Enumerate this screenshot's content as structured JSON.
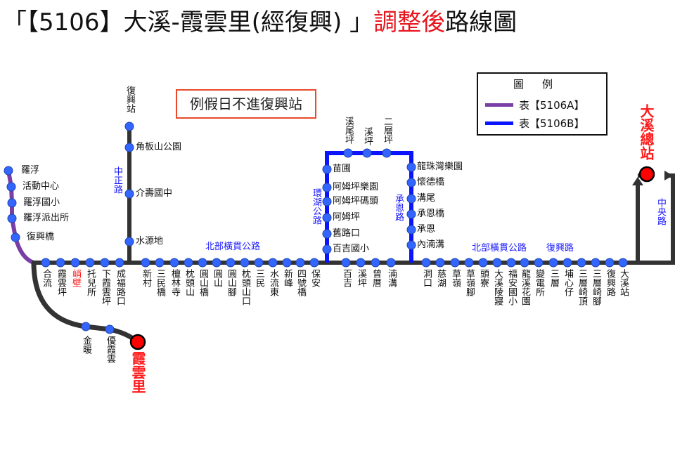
{
  "title": {
    "part1": "「【5106】大溪-霞雲里(經復興) 」",
    "part2": "調整後",
    "part3": "路線圖"
  },
  "notice": "例假日不進復興站",
  "legend": {
    "header": "圖例",
    "items": [
      {
        "label": "表【5106A】",
        "color": "#7a3fa6"
      },
      {
        "label": "表【5106B】",
        "color": "#0a14ff"
      }
    ]
  },
  "colors": {
    "main_line": "#333333",
    "route_a": "#7a3fa6",
    "route_b": "#0a14ff",
    "stop": "#3366ff",
    "terminal": "#ff0000",
    "arrow_stop": "#7ac143"
  },
  "terminals": {
    "xiayunli": "霞雲里",
    "daxi_main": "大溪總站"
  },
  "roads": {
    "zhongzheng": "中正路",
    "north_cross_1": "北部橫貫公路",
    "huanhu": "環湖公路",
    "chengen": "承恩路",
    "north_cross_2": "北部橫貫公路",
    "fuxing": "復興路",
    "zhongyang": "中央路"
  },
  "stops": {
    "luofu": [
      "羅浮",
      "活動中心",
      "羅浮國小",
      "羅浮派出所",
      "復興橋"
    ],
    "main_west": [
      "合流",
      "霞雲坪",
      "峭壁",
      "托兒所",
      "下霞雲坪",
      "成福路口"
    ],
    "zhongzheng": [
      "復興站",
      "角板山公園",
      "介壽國中",
      "水源地"
    ],
    "main_mid": [
      "新村",
      "三民橋",
      "檀林寺",
      "枕頭山",
      "圓山橋",
      "圓山",
      "圓山腳",
      "枕頭山口",
      "三民",
      "水流東",
      "新峰",
      "四號橋",
      "保安",
      "百吉",
      "溪坪",
      "曾厝",
      "湳溝"
    ],
    "loop_left": [
      "苗圃",
      "阿姆坪樂園",
      "阿姆坪碼頭",
      "阿姆坪",
      "舊路口",
      "百吉國小"
    ],
    "loop_top": [
      "溪尾坪",
      "溪坪",
      "二層坪"
    ],
    "loop_right": [
      "龍珠灣樂園",
      "懷德橋",
      "溝尾",
      "承恩橋",
      "承恩",
      "內湳溝"
    ],
    "main_east": [
      "洞口",
      "慈湖",
      "草嶺",
      "草嶺腳",
      "頭寮",
      "大溪陵寢",
      "福安國小",
      "龍溪花園",
      "變電所",
      "三層",
      "埔心仔",
      "三層崎頂",
      "三層崎腳",
      "復興路",
      "大溪站"
    ],
    "south": [
      "金暖",
      "優霞雲"
    ]
  }
}
